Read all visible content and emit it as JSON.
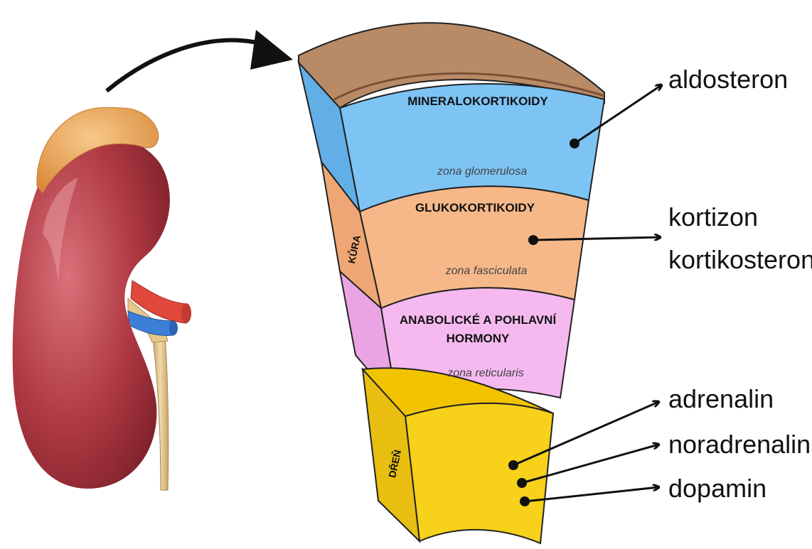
{
  "layers": {
    "cortex_label": "KŮRA",
    "medulla_label": "DŘEŇ",
    "glomerulosa": {
      "title": "MINERALOKORTIKOIDY",
      "zone": "zona glomerulosa"
    },
    "fasciculata": {
      "title": "GLUKOKORTIKOIDY",
      "zone": "zona fasciculata"
    },
    "reticularis": {
      "title_line1": "ANABOLICKÉ A POHLAVNÍ",
      "title_line2": "HORMONY",
      "zone": "zona reticularis"
    }
  },
  "hormones": {
    "glomerulosa": [
      "aldosteron"
    ],
    "fasciculata": [
      "kortizon",
      "kortikosteron"
    ],
    "medulla": [
      "adrenalin",
      "noradrenalin",
      "dopamin"
    ]
  },
  "colors": {
    "capsule": "#b98a66",
    "glomerulosa": "#7dc4f5",
    "fasciculata": "#f6b889",
    "reticularis": "#f5b9f0",
    "medulla": "#f7d11a",
    "kidney": "#b03a44",
    "adrenal_gland": "#e8a75a"
  }
}
